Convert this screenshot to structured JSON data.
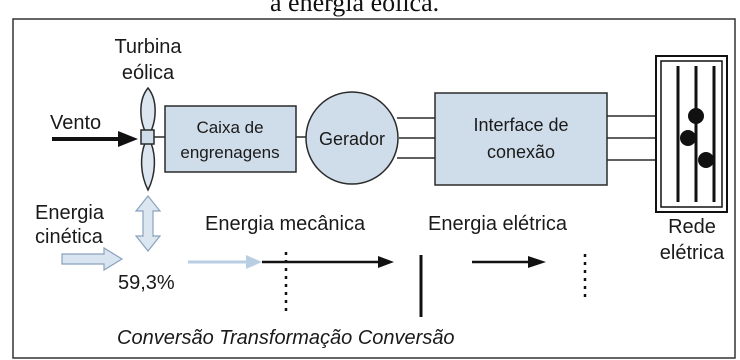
{
  "header_fragment": "a energia eólica.",
  "labels": {
    "turbine_line1": "Turbina",
    "turbine_line2": "eólica",
    "wind": "Vento",
    "gearbox_line1": "Caixa de",
    "gearbox_line2": "engrenagens",
    "generator": "Gerador",
    "interface_line1": "Interface de",
    "interface_line2": "conexão",
    "grid_line1": "Rede",
    "grid_line2": "elétrica",
    "kinetic_line1": "Energia",
    "kinetic_line2": "cinética",
    "efficiency": "59,3%",
    "mechanical": "Energia mecânica",
    "electrical": "Energia elétrica",
    "caption": "Conversão Transformação Conversão"
  },
  "colors": {
    "box_fill": "#cfdcea",
    "box_stroke": "#2b2b2b",
    "light_arrow": "#b9cde3",
    "dark": "#111111"
  },
  "icons": [
    "turbine-blade-icon",
    "wind-arrow-icon",
    "double-arrow-icon"
  ]
}
